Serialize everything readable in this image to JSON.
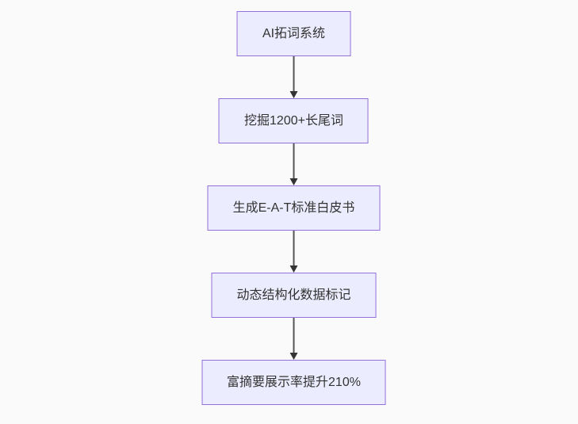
{
  "flowchart": {
    "type": "flowchart",
    "direction": "top-down",
    "nodes": [
      {
        "id": "node-1",
        "label": "AI拓词系统"
      },
      {
        "id": "node-2",
        "label": "挖掘1200+长尾词"
      },
      {
        "id": "node-3",
        "label": "生成E-A-T标准白皮书"
      },
      {
        "id": "node-4",
        "label": "动态结构化数据标记"
      },
      {
        "id": "node-5",
        "label": "富摘要展示率提升210%"
      }
    ],
    "edges": [
      {
        "from": "node-1",
        "to": "node-2",
        "style": "arrow-down"
      },
      {
        "from": "node-2",
        "to": "node-3",
        "style": "arrow-down"
      },
      {
        "from": "node-3",
        "to": "node-4",
        "style": "arrow-down"
      },
      {
        "from": "node-4",
        "to": "node-5",
        "style": "arrow-down"
      }
    ]
  },
  "colors": {
    "canvas_bg": "#fafafa",
    "node_fill": "#ececff",
    "node_border": "#9370db",
    "edge_line": "#555555",
    "arrow_head": "#333333",
    "node_text": "#333333"
  }
}
